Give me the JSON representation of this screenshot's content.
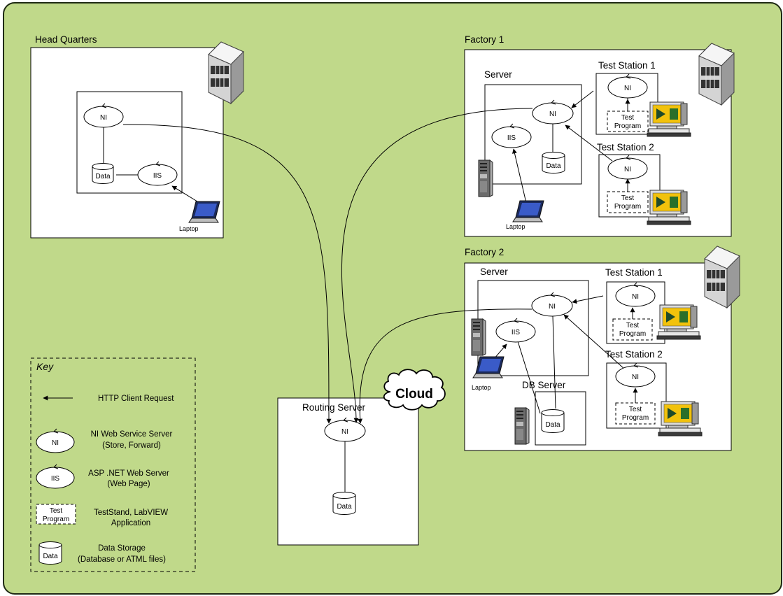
{
  "colors": {
    "background": "#c0d98a",
    "frame_border": "#1f2a14",
    "panel": "#ffffff",
    "monitor_screen": "#f2c20c"
  },
  "headquarters": {
    "title": "Head Quarters",
    "ni": "NI",
    "data": "Data",
    "iis": "IIS",
    "laptop": "Laptop"
  },
  "factory1": {
    "title": "Factory 1",
    "server_title": "Server",
    "ni": "NI",
    "iis": "IIS",
    "data": "Data",
    "laptop": "Laptop",
    "station1": {
      "title": "Test Station 1",
      "ni": "NI",
      "program_line1": "Test",
      "program_line2": "Program"
    },
    "station2": {
      "title": "Test Station 2",
      "ni": "NI",
      "program_line1": "Test",
      "program_line2": "Program"
    }
  },
  "factory2": {
    "title": "Factory 2",
    "server_title": "Server",
    "ni": "NI",
    "iis": "IIS",
    "laptop": "Laptop",
    "db_server_title": "DB Server",
    "data": "Data",
    "station1": {
      "title": "Test Station 1",
      "ni": "NI",
      "program_line1": "Test",
      "program_line2": "Program"
    },
    "station2": {
      "title": "Test Station 2",
      "ni": "NI",
      "program_line1": "Test",
      "program_line2": "Program"
    }
  },
  "routing": {
    "title": "Routing Server",
    "ni": "NI",
    "data": "Data",
    "cloud": "Cloud"
  },
  "key": {
    "title": "Key",
    "http_request": "HTTP Client Request",
    "ni_symbol": "NI",
    "ni_line1": "NI Web Service Server",
    "ni_line2": "(Store, Forward)",
    "iis_symbol": "IIS",
    "iis_line1": "ASP .NET Web Server",
    "iis_line2": "(Web Page)",
    "program_symbol_line1": "Test",
    "program_symbol_line2": "Program",
    "program_line1": "TestStand, LabVIEW",
    "program_line2": "Application",
    "data_symbol": "Data",
    "data_line1": "Data Storage",
    "data_line2": "(Database or ATML files)"
  }
}
